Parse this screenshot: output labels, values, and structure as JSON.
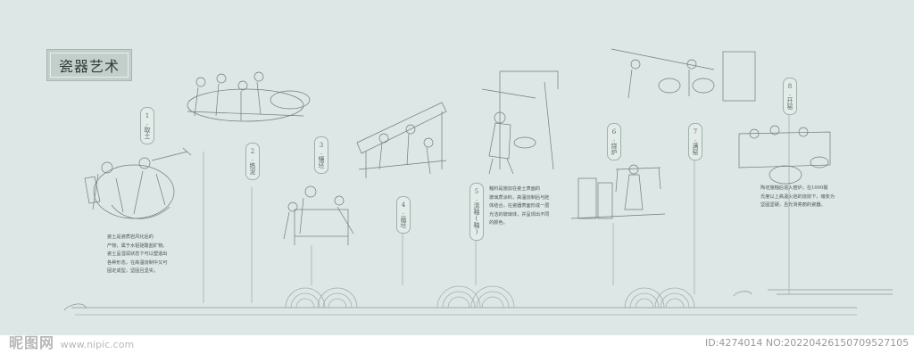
{
  "title": "瓷器艺术",
  "steps": [
    {
      "label": "1.取土"
    },
    {
      "label": "2.练泥"
    },
    {
      "label": "3.镶坯"
    },
    {
      "label": "4.画坯"
    },
    {
      "label": "5.清釉(釉)"
    },
    {
      "label": "6.烧炉"
    },
    {
      "label": "7.满窑"
    },
    {
      "label": "8.开窑"
    }
  ],
  "descriptions": [
    {
      "lines": [
        "瓷土是瓷质岩风化后的",
        "产物，属于水铝硅酸盐矿物。",
        "瓷土呈湿润状态下可以塑造出",
        "各种形态，在高温烧制中又可",
        "固定成型，坚固且坚实。"
      ]
    },
    {
      "lines": [
        "釉料是施加在瓷土表面的",
        "玻璃质涂料，高温烧制后与胚",
        "体结合，在瓷器表面形成一层",
        "光洁的玻璃体，并呈现出不同",
        "的颜色。"
      ]
    },
    {
      "lines": [
        "陶坯施釉后进入窑炉，在1000摄",
        "氏度以上高温火焰的烧烧下，暗变为",
        "坚固坚硬，且光滑亮丽的瓷器。"
      ]
    }
  ],
  "watermark": {
    "site_cn": "昵图网",
    "site_en": "www.nipic.com",
    "id_text": "ID:4274014 NO:20220426150709527105"
  }
}
